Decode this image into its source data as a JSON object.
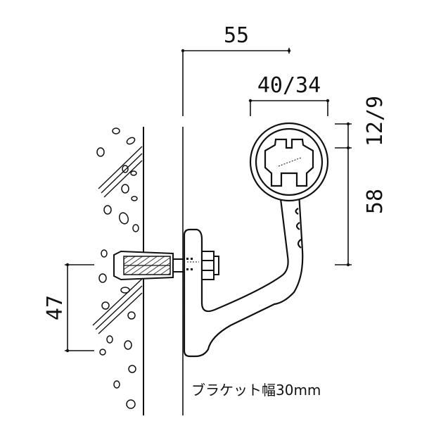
{
  "dimensions": {
    "overall_projection": "55",
    "rail_diameter": "40/34",
    "rail_offset": "12/9",
    "rail_height": "58",
    "anchor_height": "47"
  },
  "caption": "ブラケット幅30mm",
  "colors": {
    "line": "#111111",
    "background": "#ffffff"
  }
}
